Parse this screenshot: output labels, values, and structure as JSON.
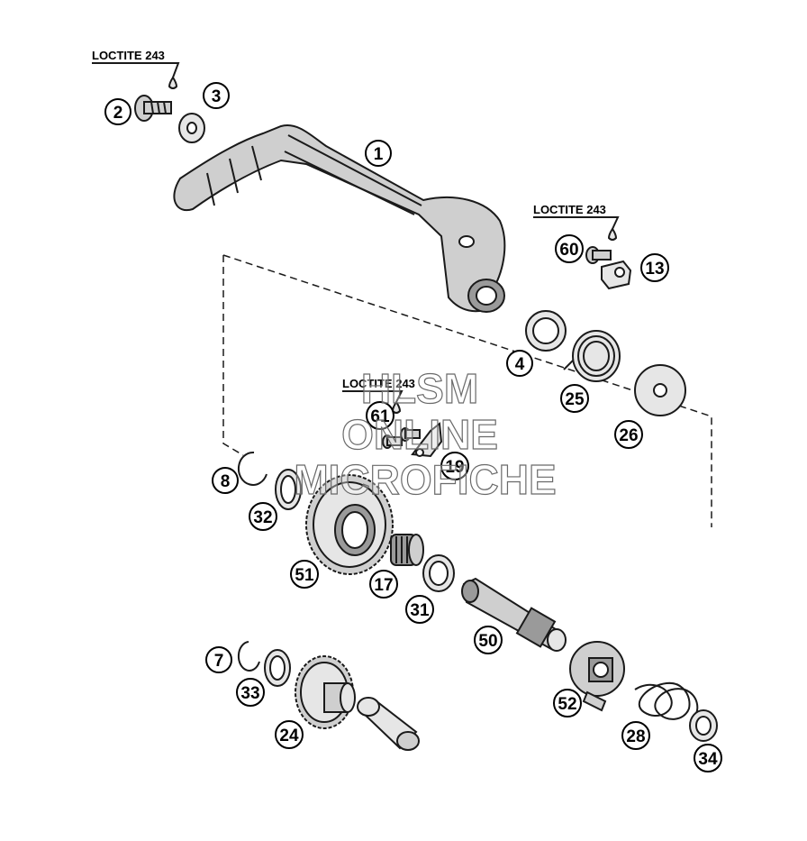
{
  "labels": {
    "loctite": "LOCTITE 243"
  },
  "watermark": {
    "line1": "HLSM",
    "line2": "ONLINE",
    "line3": "MICROFICHE"
  },
  "callouts": [
    "1",
    "2",
    "3",
    "4",
    "7",
    "8",
    "13",
    "17",
    "19",
    "24",
    "25",
    "26",
    "28",
    "31",
    "32",
    "33",
    "34",
    "50",
    "51",
    "52",
    "60",
    "61"
  ]
}
